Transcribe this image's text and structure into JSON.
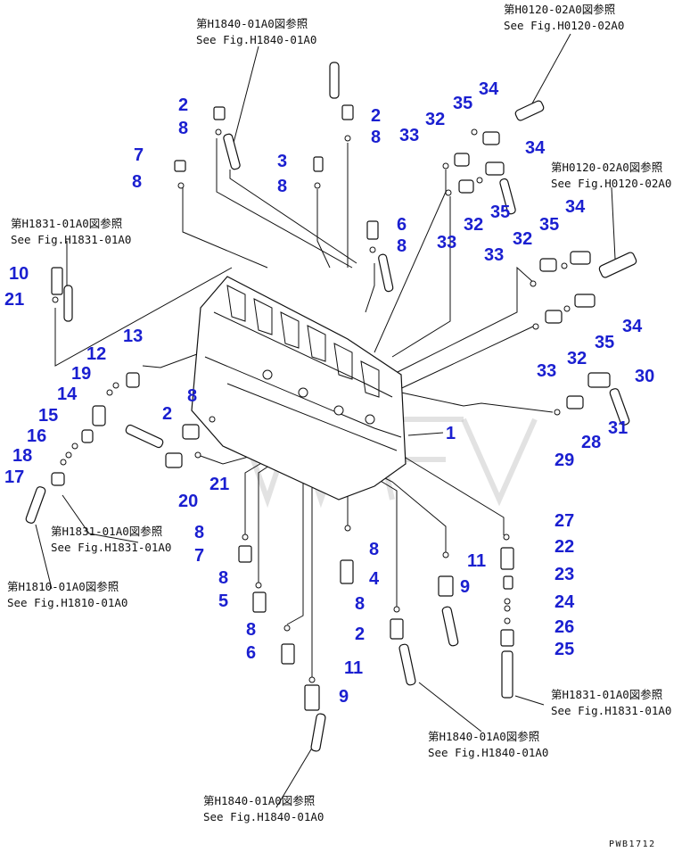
{
  "references": [
    {
      "jp": "第H1840-01A0図参照",
      "en": "See Fig.H1840-01A0"
    },
    {
      "jp": "第H0120-02A0図参照",
      "en": "See Fig.H0120-02A0"
    },
    {
      "jp": "第H0120-02A0図参照",
      "en": "See Fig.H0120-02A0"
    },
    {
      "jp": "第H1831-01A0図参照",
      "en": "See Fig.H1831-01A0"
    },
    {
      "jp": "第H1831-01A0図参照",
      "en": "See Fig.H1831-01A0"
    },
    {
      "jp": "第H1810-01A0図参照",
      "en": "See Fig.H1810-01A0"
    },
    {
      "jp": "第H1831-01A0図参照",
      "en": "See Fig.H1831-01A0"
    },
    {
      "jp": "第H1840-01A0図参照",
      "en": "See Fig.H1840-01A0"
    },
    {
      "jp": "第H1840-01A0図参照",
      "en": "See Fig.H1840-01A0"
    }
  ],
  "callouts": [
    "2",
    "8",
    "7",
    "8",
    "3",
    "8",
    "2",
    "8",
    "6",
    "8",
    "10",
    "21",
    "33",
    "32",
    "35",
    "34",
    "34",
    "33",
    "32",
    "35",
    "33",
    "32",
    "35",
    "34",
    "34",
    "35",
    "32",
    "33",
    "13",
    "12",
    "19",
    "14",
    "15",
    "16",
    "18",
    "17",
    "8",
    "2",
    "20",
    "21",
    "1",
    "30",
    "31",
    "28",
    "29",
    "8",
    "7",
    "8",
    "4",
    "8",
    "5",
    "8",
    "6",
    "11",
    "9",
    "8",
    "2",
    "11",
    "9",
    "27",
    "22",
    "23",
    "24",
    "26",
    "25"
  ],
  "drawing_code": "PWB1712"
}
